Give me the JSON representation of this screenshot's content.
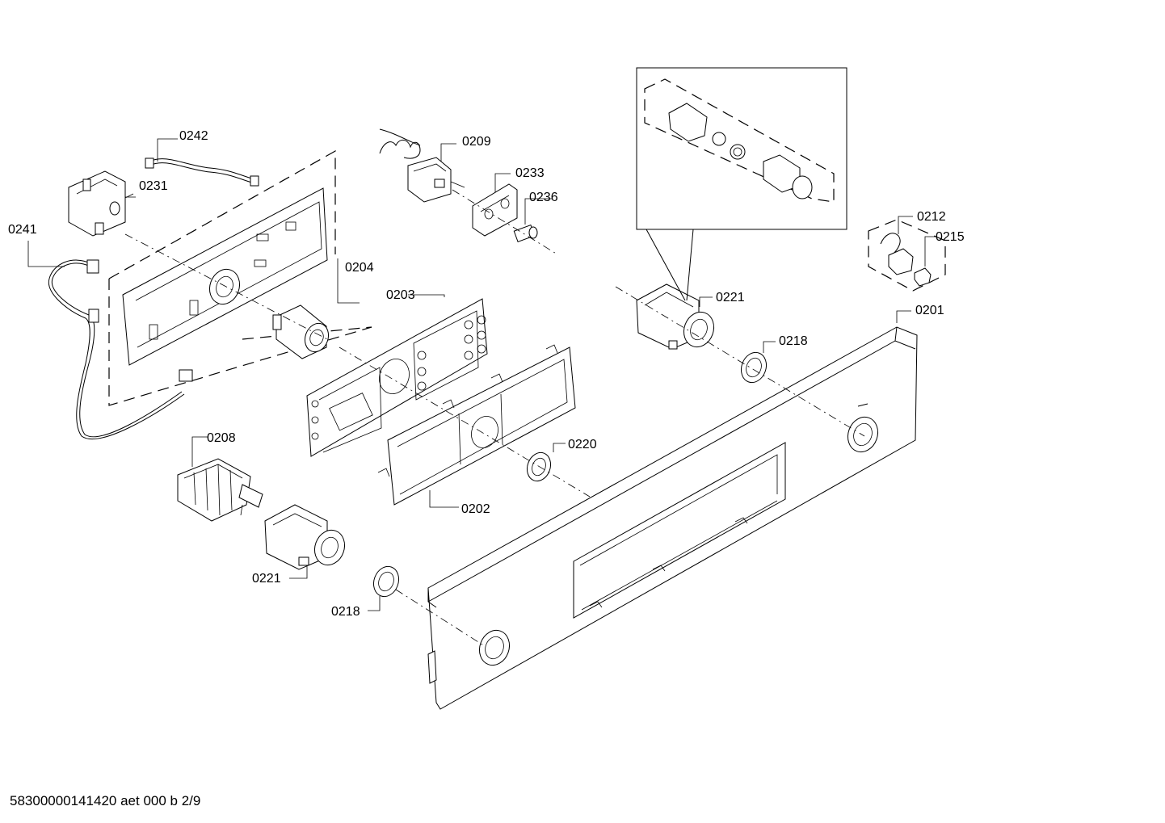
{
  "labels": {
    "p0242": "0242",
    "p0231": "0231",
    "p0241": "0241",
    "p0209": "0209",
    "p0233": "0233",
    "p0236": "0236",
    "p0204": "0204",
    "p0203": "0203",
    "p0221_top": "0221",
    "p0212": "0212",
    "p0215": "0215",
    "p0201": "0201",
    "p0218_top": "0218",
    "p0208": "0208",
    "p0220": "0220",
    "p0202": "0202",
    "p0221_bottom": "0221",
    "p0218_bottom": "0218"
  },
  "footer": "58300000141420 aet 000 b 2/9"
}
